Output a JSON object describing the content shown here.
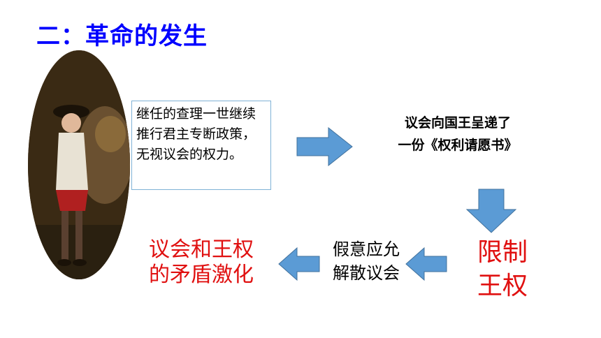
{
  "title": "二：革命的发生",
  "cause_text": "继任的查理一世继续推行君主专断政策，无视议会的权力。",
  "petition": {
    "line1": "议会向国王呈递了",
    "line2": "一份《权利请愿书》"
  },
  "limit": {
    "line1": "限制",
    "line2": "王权"
  },
  "dissolve": {
    "line1": "假意应允",
    "line2": "解散议会"
  },
  "conflict": {
    "line1": "议会和王权",
    "line2": "的矛盾激化"
  },
  "colors": {
    "title": "#0000ff",
    "emphasis": "#e01010",
    "arrow_fill": "#5b9bd5",
    "arrow_stroke": "#41719c",
    "box_border": "#7fb2d6"
  }
}
